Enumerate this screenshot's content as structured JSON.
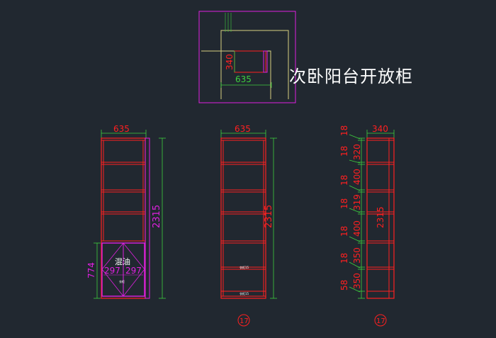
{
  "drawing": {
    "title": "次卧阳台开放柜",
    "colors": {
      "background": "#212830",
      "red": "#ff2020",
      "green": "#3ecf3e",
      "magenta": "#e020e0",
      "yellow": "#d8d080",
      "white": "#ffffff"
    },
    "plan_view": {
      "depth_label": "340",
      "width_label": "635"
    },
    "front_view_left": {
      "width_label": "635",
      "height_label": "2315",
      "door_height_label": "774",
      "door_note": "混油",
      "door_width_left": "297",
      "door_width_right": "297",
      "small_label": "衣柜"
    },
    "front_view_mid": {
      "width_label": "635",
      "height_label": "2315",
      "drawer_label_1": "衣柜15",
      "drawer_label_2": "衣柜15",
      "section_marker": "17"
    },
    "side_view": {
      "depth_label": "340",
      "height_label": "2315",
      "shelf_thickness_labels": [
        "18",
        "18",
        "18",
        "18",
        "18",
        "18",
        "58"
      ],
      "spacing_labels": [
        "320",
        "400",
        "319",
        "400",
        "350",
        "350"
      ],
      "section_marker": "17"
    }
  }
}
